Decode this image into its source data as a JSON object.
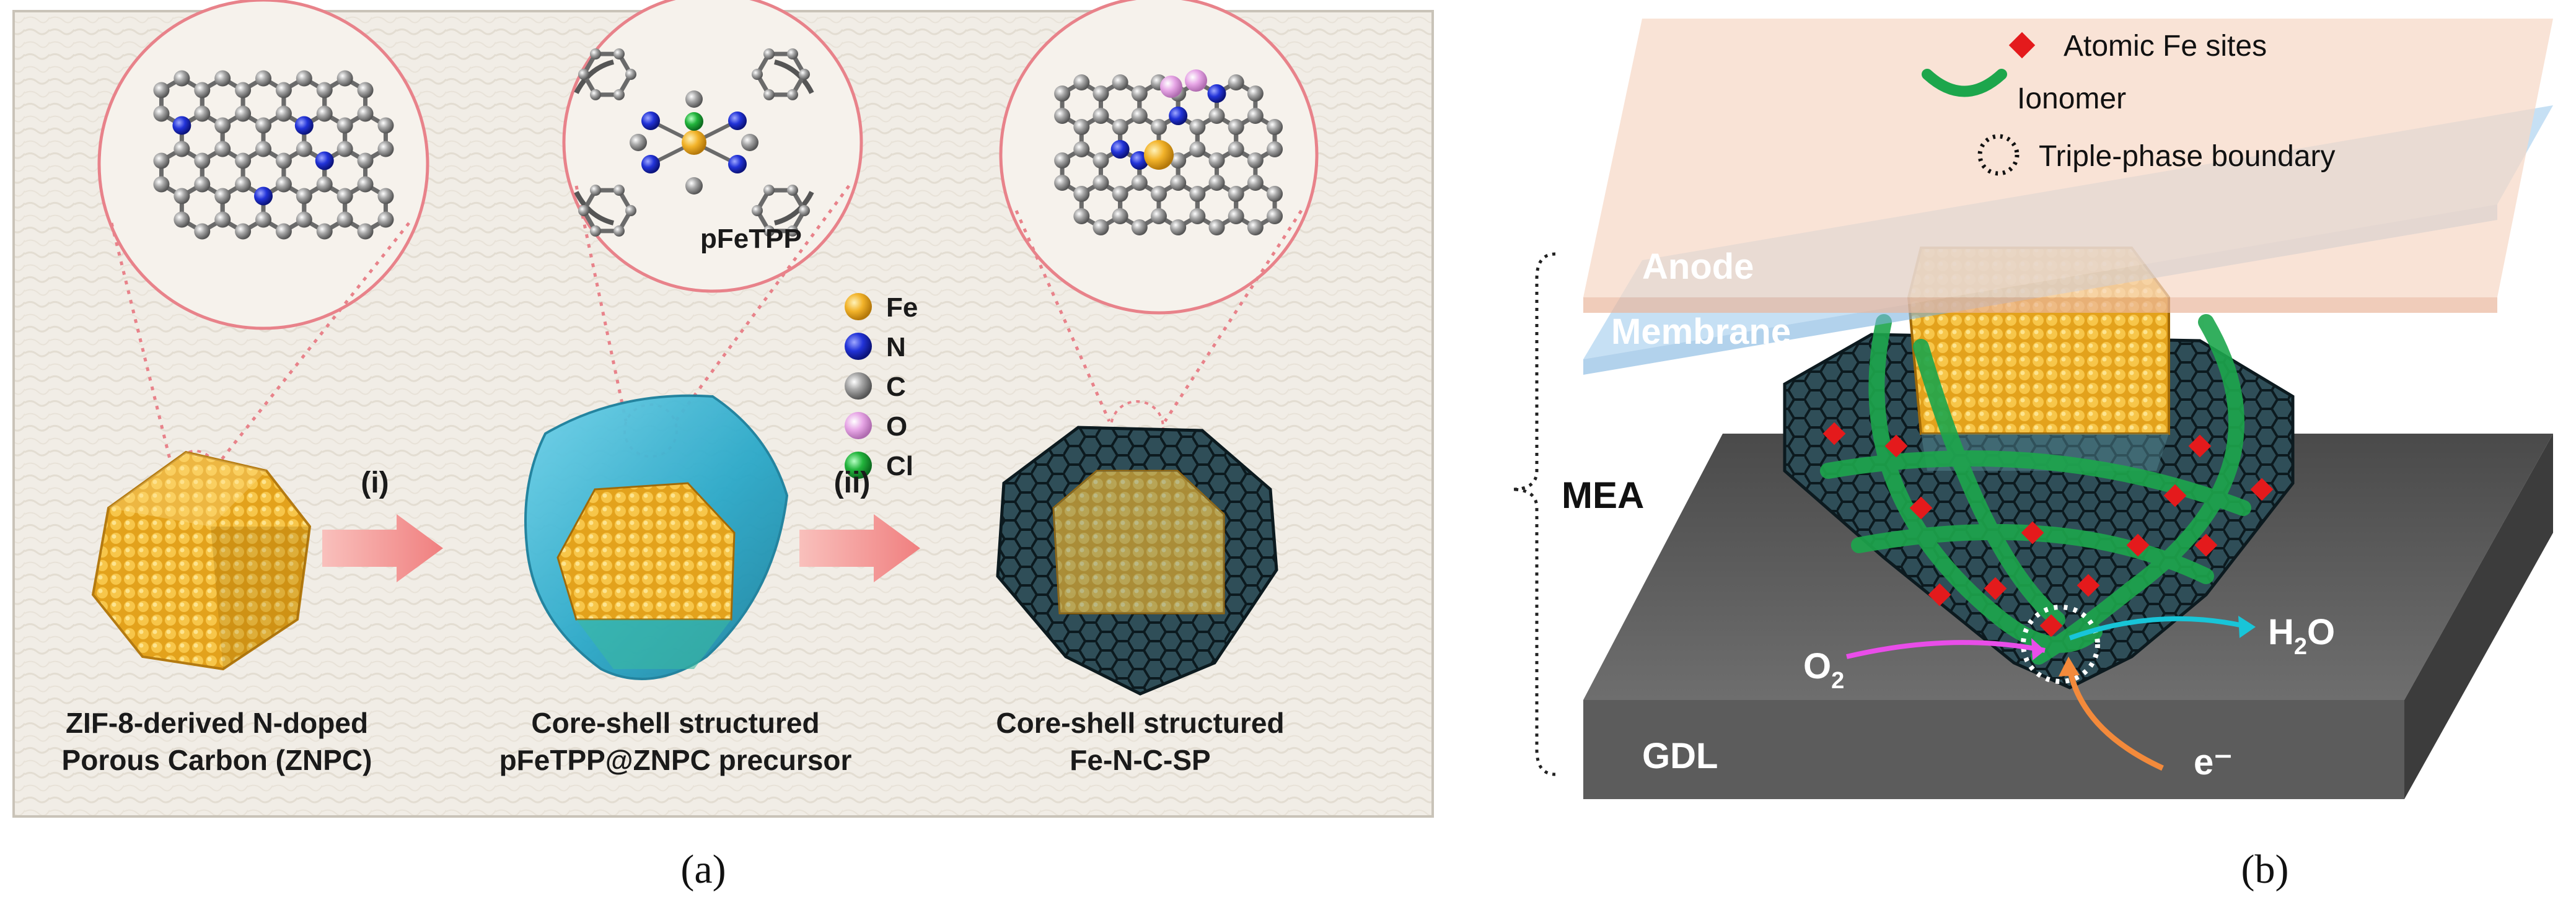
{
  "panel_a": {
    "caption": "(a)",
    "step1_label": "(i)",
    "step2_label": "(ii)",
    "molecule_label": "pFeTPP",
    "captions": {
      "zn_line1": "ZIF-8-derived N-doped",
      "zn_line2": "Porous Carbon (ZNPC)",
      "pre_line1": "Core-shell structured",
      "pre_line2": "pFeTPP@ZNPC precursor",
      "sp_line1": "Core-shell structured",
      "sp_line2": "Fe-N-C-SP"
    },
    "legend": [
      {
        "symbol": "Fe",
        "color": "#f2b32a"
      },
      {
        "symbol": "N",
        "color": "#2233d8"
      },
      {
        "symbol": "C",
        "color": "#8e8e8e"
      },
      {
        "symbol": "O",
        "color": "#e7a6e6"
      },
      {
        "symbol": "Cl",
        "color": "#22b43c"
      }
    ]
  },
  "panel_b": {
    "caption": "(b)",
    "anode": "Anode",
    "membrane": "Membrane",
    "gdl": "GDL",
    "mea": "MEA",
    "o2_main": "O",
    "o2_sub": "2",
    "h2o_h": "H",
    "h2o_sub": "2",
    "h2o_o": "O",
    "electron": "e⁻",
    "legend": [
      {
        "icon": "red-diamond-icon",
        "label": "Atomic Fe sites"
      },
      {
        "icon": "green-arc-icon",
        "label": "Ionomer"
      },
      {
        "icon": "dotted-circle-icon",
        "label": "Triple-phase boundary"
      }
    ]
  },
  "colors": {
    "fe_gold": "#f2b32a",
    "nitrogen_blue": "#2233d8",
    "carbon_grey": "#8e8e8e",
    "oxygen_pink": "#e7a6e6",
    "chlorine_green": "#22b43c",
    "arrow_salmon": "#f28b8b",
    "shell_cyan": "#3ab9d6",
    "carbon_shell": "#2f4e58",
    "anode_peach": "#f6d8c6",
    "membrane_blue": "#aed3f0",
    "gdl_grey": "#5c5c5c",
    "ionomer_green": "#1da64c",
    "fe_site_red": "#e41a1c",
    "o2_magenta": "#e94de9",
    "h2o_cyan": "#18c5d8",
    "electron_orange": "#f38a3b"
  }
}
